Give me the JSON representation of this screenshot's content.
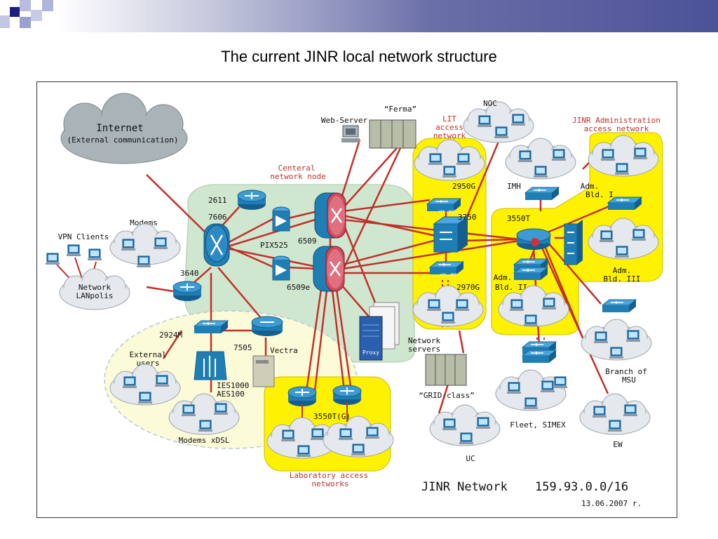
{
  "slide": {
    "title": "The current JINR local network structure"
  },
  "diagram": {
    "internet": {
      "label": "Internet",
      "sub": "(External communication)"
    },
    "central_node": {
      "label_1": "Centeral",
      "label_2": "network node"
    },
    "lit": {
      "l1": "LIT",
      "l2": "access",
      "l3": "network"
    },
    "admin_net": {
      "l1": "JINR Administration",
      "l2": "access network"
    },
    "lab_net": {
      "l1": "Laboratory access",
      "l2": "networks"
    },
    "nodes": {
      "web_server": "Web-Server",
      "ferma": "“Ferma”",
      "noc": "NOC",
      "n2611": "2611",
      "n7606": "7606",
      "modems": "Modems",
      "vpn": "VPN Clients",
      "pix": "PIX525",
      "n6509": "6509",
      "n6509e": "6509e",
      "n3640": "3640",
      "network": "Network",
      "lanpolis": "LANpolis",
      "n2924m": "2924M",
      "n7505": "7505",
      "vectra": "Vectra",
      "ext_1": "External",
      "ext_2": "users",
      "ies_1": "IES1000",
      "ies_2": "AES100",
      "modems_xdsl": "Modems xDSL",
      "n2950g": "2950G",
      "n3750": "3750",
      "n2970g": "2970G",
      "net_servers_1": "Network",
      "net_servers_2": "servers",
      "proxy": "Proxy",
      "grid": "“GRID-class”",
      "uc": "UC",
      "imh": "IMH",
      "adm1_1": "Adm.",
      "adm1_2": "Bld. I",
      "n3550t": "3550T",
      "adm2_1": "Adm.",
      "adm2_2": "Bld. II",
      "adm3_1": "Adm.",
      "adm3_2": "Bld. III",
      "msu_1": "Branch of",
      "msu_2": "MSU",
      "fleet": "Fleet, SIMEX",
      "ew": "EW",
      "n3550tg": "3550T(G)",
      "off321": "off. 321",
      "off360": "off. 360"
    },
    "footer": {
      "network": "JINR Network",
      "ip": "159.93.0.0/16",
      "date": "13.06.2007 r."
    }
  },
  "colors": {
    "link": "#c0302a",
    "highlight": "#fff200",
    "router": "#1f7fb5",
    "green_zone": "#cfe6cf",
    "cloud": "#e4e8ec"
  }
}
